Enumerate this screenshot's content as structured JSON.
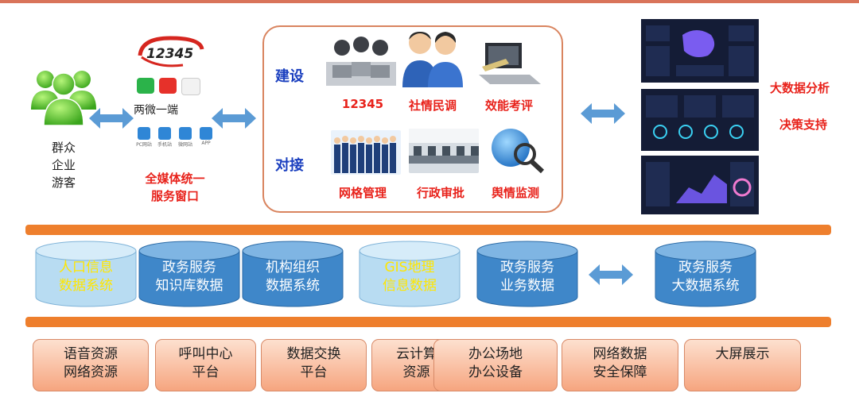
{
  "users": {
    "lines": [
      "群众",
      "企业",
      "游客"
    ],
    "icon": "people-group-icon"
  },
  "media": {
    "hotline_logo": "12345",
    "two_micro_one_end": "两微一端",
    "device_labels": [
      "PC网站",
      "手机站",
      "微网站",
      "APP"
    ],
    "caption_lines": [
      "全媒体统一",
      "服务窗口"
    ]
  },
  "center": {
    "row1_label": "建设",
    "row2_label": "对接",
    "row1_items": [
      "12345",
      "社情民调",
      "效能考评"
    ],
    "row2_items": [
      "网格管理",
      "行政审批",
      "舆情监测"
    ]
  },
  "analysis": {
    "lines": [
      "大数据分析",
      "决策支持"
    ]
  },
  "data_layer": [
    {
      "lines": [
        "人口信息",
        "数据系统"
      ],
      "style": "light"
    },
    {
      "lines": [
        "政务服务",
        "知识库数据"
      ],
      "style": "dark"
    },
    {
      "lines": [
        "机构组织",
        "数据系统"
      ],
      "style": "dark"
    },
    {
      "lines": [
        "GIS地理",
        "信息数据"
      ],
      "style": "light"
    },
    {
      "lines": [
        "政务服务",
        "业务数据"
      ],
      "style": "dark"
    },
    {
      "lines": [
        "政务服务",
        "大数据系统"
      ],
      "style": "dark"
    }
  ],
  "infrastructure": [
    {
      "lines": [
        "语音资源",
        "网络资源"
      ]
    },
    {
      "lines": [
        "呼叫中心",
        "平台"
      ]
    },
    {
      "lines": [
        "数据交换",
        "平台"
      ]
    },
    {
      "lines": [
        "云计算",
        "资源"
      ]
    },
    {
      "lines": [
        "办公场地",
        "办公设备"
      ]
    },
    {
      "lines": [
        "网络数据",
        "安全保障"
      ]
    },
    {
      "lines": [
        "大屏展示"
      ]
    }
  ],
  "colors": {
    "accent_red": "#e8221b",
    "label_blue": "#1a3fbf",
    "bar_orange": "#ee7f2d",
    "cylinder_dark": "#3f87c9",
    "cylinder_light": "#b8dcf2",
    "arrow_blue": "#5b9bd5"
  }
}
